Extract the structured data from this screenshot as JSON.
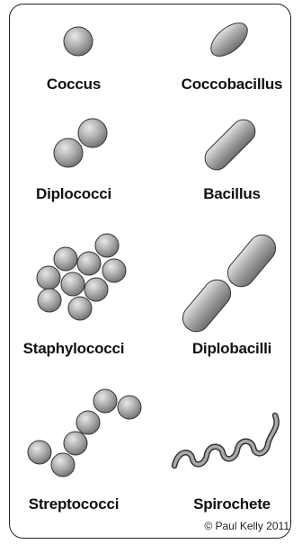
{
  "labels": {
    "coccus": "Coccus",
    "coccobacillus": "Coccobacillus",
    "diplococci": "Diplococci",
    "bacillus": "Bacillus",
    "staphylococci": "Staphylococci",
    "diplobacilli": "Diplobacilli",
    "streptococci": "Streptococci",
    "spirochete": "Spirochete"
  },
  "copyright": "© Paul Kelly 2011",
  "colors": {
    "fill_dark": "#7a7a7a",
    "fill_light": "#d9d9d9",
    "outline": "#333333"
  }
}
